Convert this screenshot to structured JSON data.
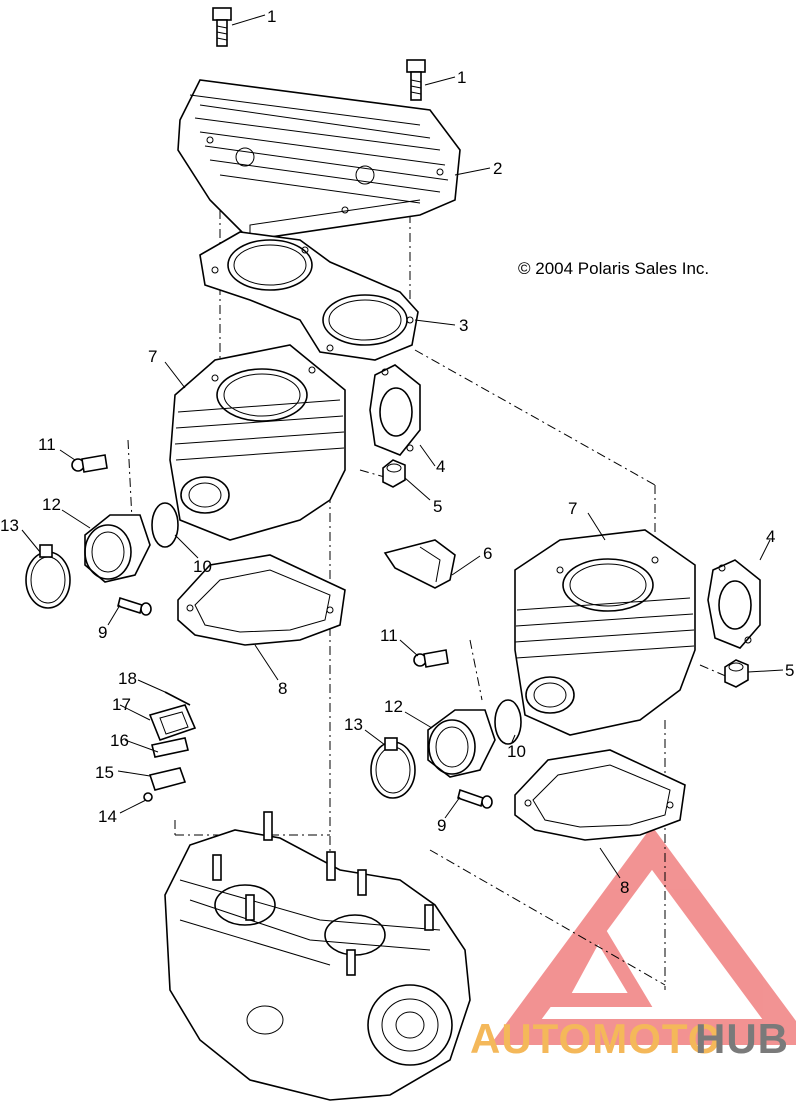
{
  "diagram": {
    "copyright": "© 2004 Polaris Sales Inc.",
    "callouts": [
      {
        "id": "c1a",
        "text": "1"
      },
      {
        "id": "c1b",
        "text": "1"
      },
      {
        "id": "c2",
        "text": "2"
      },
      {
        "id": "c3",
        "text": "3"
      },
      {
        "id": "c4a",
        "text": "4"
      },
      {
        "id": "c4b",
        "text": "4"
      },
      {
        "id": "c5a",
        "text": "5"
      },
      {
        "id": "c5b",
        "text": "5"
      },
      {
        "id": "c6",
        "text": "6"
      },
      {
        "id": "c7a",
        "text": "7"
      },
      {
        "id": "c7b",
        "text": "7"
      },
      {
        "id": "c8a",
        "text": "8"
      },
      {
        "id": "c8b",
        "text": "8"
      },
      {
        "id": "c9a",
        "text": "9"
      },
      {
        "id": "c9b",
        "text": "9"
      },
      {
        "id": "c10a",
        "text": "10"
      },
      {
        "id": "c10b",
        "text": "10"
      },
      {
        "id": "c11a",
        "text": "11"
      },
      {
        "id": "c11b",
        "text": "11"
      },
      {
        "id": "c12a",
        "text": "12"
      },
      {
        "id": "c12b",
        "text": "12"
      },
      {
        "id": "c13a",
        "text": "13"
      },
      {
        "id": "c13b",
        "text": "13"
      },
      {
        "id": "c14",
        "text": "14"
      },
      {
        "id": "c15",
        "text": "15"
      },
      {
        "id": "c16",
        "text": "16"
      },
      {
        "id": "c17",
        "text": "17"
      },
      {
        "id": "c18",
        "text": "18"
      }
    ]
  },
  "watermark": {
    "text_part1": "AUTOMOTO",
    "text_part2": "HUB",
    "color_primary": "#f08080",
    "color_secondary": "#f4b85a",
    "color_dark": "#7a7a7a"
  }
}
